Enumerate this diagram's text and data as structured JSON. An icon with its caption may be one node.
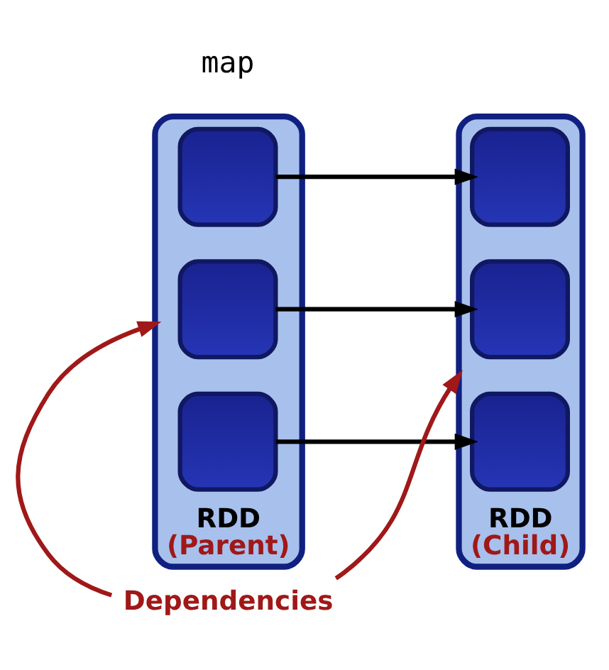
{
  "diagram": {
    "nodes": [
      {
        "text": [
          "RDD",
          "(Parent)"
        ]
      },
      {
        "text": [],
        "shape": "box",
        "in": 0
      },
      {
        "text": [],
        "shape": "box",
        "in": 0
      },
      {
        "text": [],
        "shape": "box",
        "in": 0
      },
      {
        "text": [
          "RDD",
          "(Child)"
        ]
      },
      {
        "text": [],
        "shape": "box",
        "in": 4
      },
      {
        "text": [],
        "shape": "box",
        "in": 4
      },
      {
        "text": [],
        "shape": "box",
        "in": 4
      },
      {
        "text": [
          "Dependencies"
        ]
      }
    ],
    "edges": [
      {
        "from": 1,
        "to": 5,
        "arrow": "to"
      },
      {
        "from": 2,
        "to": 6,
        "arrow": "to"
      },
      {
        "from": 3,
        "to": 7,
        "arrow": "to"
      },
      {
        "from": 8,
        "to": 0,
        "arrow": "to",
        "color": "#a01818"
      },
      {
        "from": 8,
        "to": 4,
        "arrow": "to",
        "color": "#a01818"
      }
    ],
    "labels": [
      "map"
    ]
  }
}
